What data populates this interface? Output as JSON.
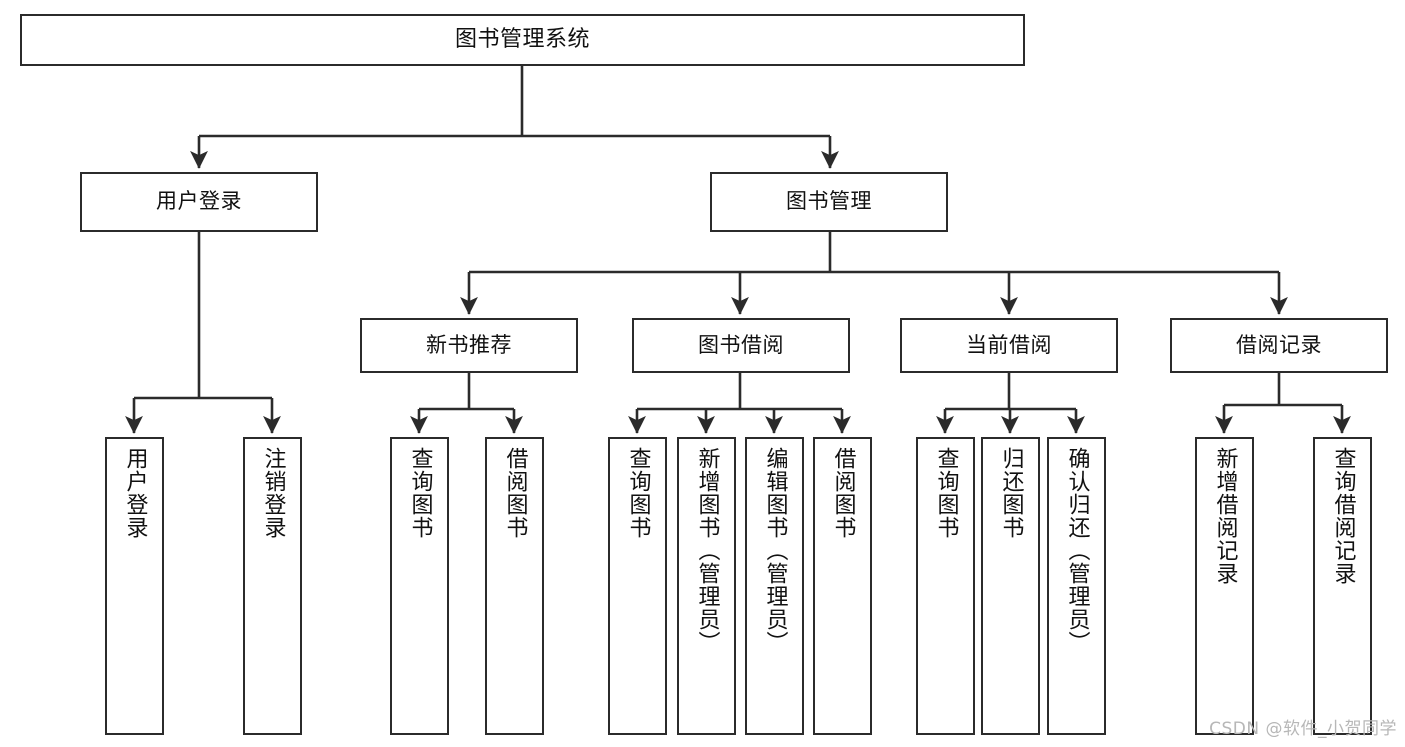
{
  "diagram": {
    "title": "图书管理系统",
    "watermark": "CSDN @软件_小贺同学",
    "colors": {
      "background": "#ffffff",
      "stroke": "#2b2b2b",
      "text": "#111111",
      "watermark": "#b7b7b7"
    },
    "nodes": {
      "root": {
        "label": "图书管理系统"
      },
      "level2": [
        {
          "label": "用户登录"
        },
        {
          "label": "图书管理"
        }
      ],
      "level3": [
        {
          "label": "新书推荐"
        },
        {
          "label": "图书借阅"
        },
        {
          "label": "当前借阅"
        },
        {
          "label": "借阅记录"
        }
      ],
      "user_login_leaves": [
        {
          "label": "用户登录"
        },
        {
          "label": "注销登录"
        }
      ],
      "new_book_leaves": [
        {
          "label": "查询图书"
        },
        {
          "label": "借阅图书"
        }
      ],
      "book_borrow_leaves": [
        {
          "label": "查询图书"
        },
        {
          "label": "新增图书（管理员）"
        },
        {
          "label": "编辑图书（管理员）"
        },
        {
          "label": "借阅图书"
        }
      ],
      "current_borrow_leaves": [
        {
          "label": "查询图书"
        },
        {
          "label": "归还图书"
        },
        {
          "label": "确认归还（管理员）"
        }
      ],
      "borrow_record_leaves": [
        {
          "label": "新增借阅记录"
        },
        {
          "label": "查询借阅记录"
        }
      ]
    }
  },
  "chart_data": {
    "type": "diagram",
    "subtype": "tree-hierarchy",
    "title": "图书管理系统",
    "orientation": "top-down",
    "levels": 4,
    "node_count": 18,
    "edge_style": "orthogonal-with-arrowheads",
    "tree": {
      "name": "图书管理系统",
      "children": [
        {
          "name": "用户登录",
          "children": [
            {
              "name": "用户登录",
              "children": []
            },
            {
              "name": "注销登录",
              "children": []
            }
          ]
        },
        {
          "name": "图书管理",
          "children": [
            {
              "name": "新书推荐",
              "children": [
                {
                  "name": "查询图书",
                  "children": []
                },
                {
                  "name": "借阅图书",
                  "children": []
                }
              ]
            },
            {
              "name": "图书借阅",
              "children": [
                {
                  "name": "查询图书",
                  "children": []
                },
                {
                  "name": "新增图书（管理员）",
                  "children": []
                },
                {
                  "name": "编辑图书（管理员）",
                  "children": []
                },
                {
                  "name": "借阅图书",
                  "children": []
                }
              ]
            },
            {
              "name": "当前借阅",
              "children": [
                {
                  "name": "查询图书",
                  "children": []
                },
                {
                  "name": "归还图书",
                  "children": []
                },
                {
                  "name": "确认归还（管理员）",
                  "children": []
                }
              ]
            },
            {
              "name": "借阅记录",
              "children": [
                {
                  "name": "新增借阅记录",
                  "children": []
                },
                {
                  "name": "查询借阅记录",
                  "children": []
                }
              ]
            }
          ]
        }
      ]
    }
  }
}
